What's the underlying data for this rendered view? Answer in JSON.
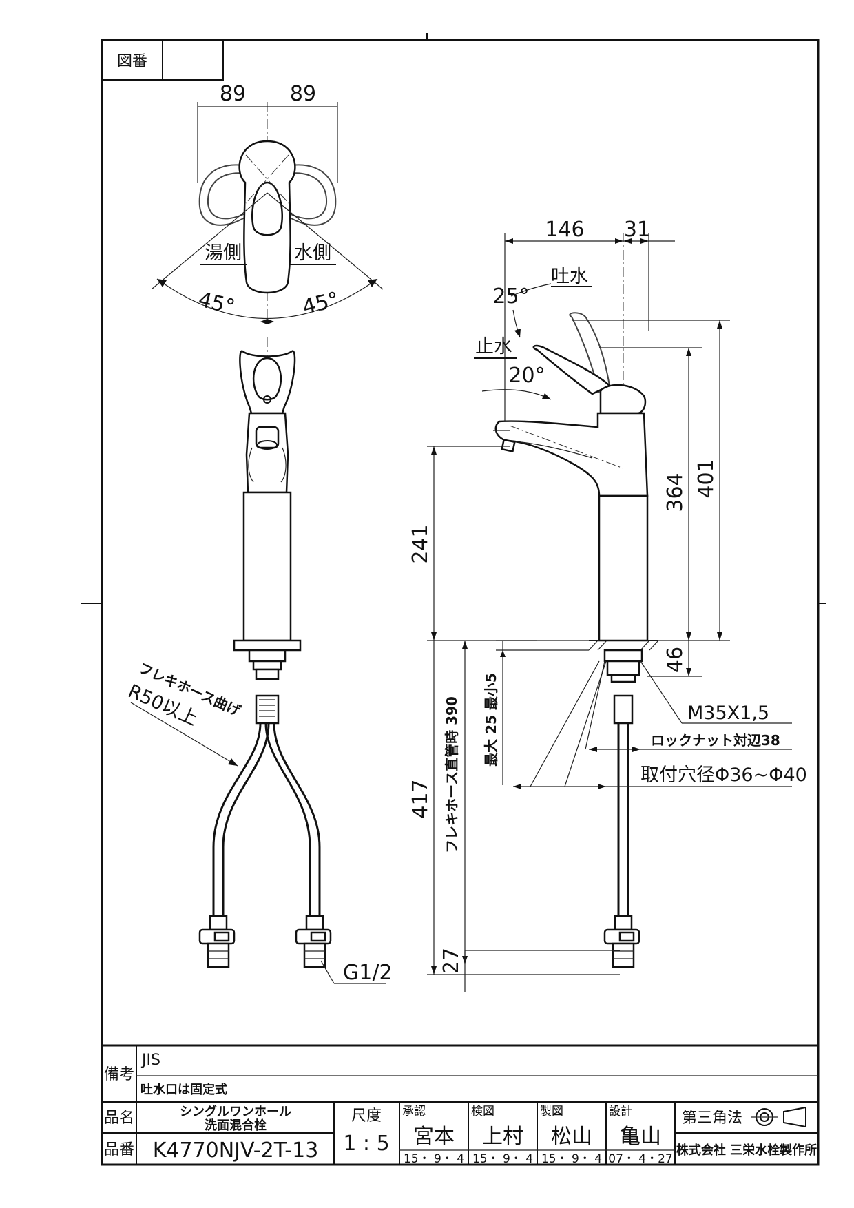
{
  "sheet": {
    "drawing_no_label": "図番",
    "drawing_no_value": ""
  },
  "top_view": {
    "width_left": "89",
    "width_right": "89",
    "hot_side": "湯側",
    "cold_side": "水側",
    "angle_left": "45°",
    "angle_right": "45°"
  },
  "side_view": {
    "reach": "146",
    "offset": "31",
    "spout_open": "吐水",
    "open_angle": "25°",
    "spout_stop": "止水",
    "stop_angle": "20°",
    "spout_height": "241",
    "body_height": "364",
    "total_height": "401",
    "shank_length": "46",
    "thread": "M35X1,5",
    "locknut": "ロックナット対辺38",
    "mount_hole": "取付穴径Φ36~Φ40",
    "max_counter": "最大 25 最小5",
    "hose_length_label": "フレキホース直管時 390",
    "hose_total": "417",
    "end_length": "27",
    "connection": "G1/2"
  },
  "front_view": {
    "hose_bend_1": "フレキホース曲げ",
    "hose_bend_2": "R50以上"
  },
  "title_block": {
    "remarks_label": "備考",
    "remark_1": "JIS",
    "remark_2": "吐水口は固定式",
    "product_name_label": "品名",
    "product_name_1": "シングルワンホール",
    "product_name_2": "洗面混合栓",
    "product_no_label": "品番",
    "product_no": "K4770NJV-2T-13",
    "scale_label": "尺度",
    "scale": "1 : 5",
    "approved_label": "承認",
    "approved_name": "宮本",
    "approved_date": "15・ 9・ 4",
    "checked_label": "検図",
    "checked_name": "上村",
    "checked_date": "15・ 9・ 4",
    "drawn_label": "製図",
    "drawn_name": "松山",
    "drawn_date": "15・ 9・ 4",
    "design_label": "設計",
    "design_name": "亀山",
    "design_date": "07・ 4・27",
    "projection": "第三角法",
    "company": "株式会社 三栄水栓製作所"
  }
}
